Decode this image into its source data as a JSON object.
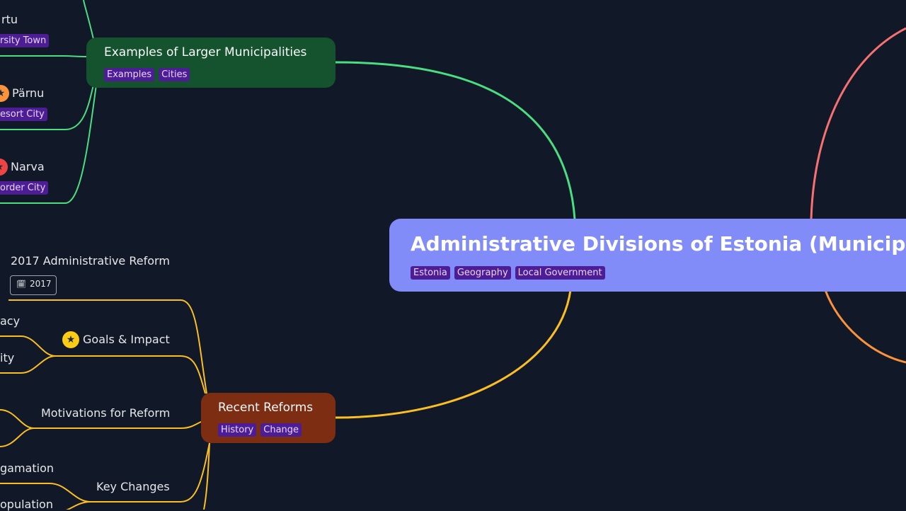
{
  "colors": {
    "background": "#111827",
    "root": "#818cf8",
    "examples_branch": "#4ade80",
    "examples_node": "#14532d",
    "reforms_branch": "#fbbf24",
    "reforms_node": "#7c2d12",
    "right_branch_top": "#f87171",
    "right_branch_bottom": "#fb923c",
    "tag_bg": "#4c1d95"
  },
  "root": {
    "title": "Administrative Divisions of Estonia (Municip",
    "tags": [
      "Estonia",
      "Geography",
      "Local Government"
    ]
  },
  "examples": {
    "title": "Examples of Larger Municipalities",
    "tags": [
      "Examples",
      "Cities"
    ],
    "children": [
      {
        "label": "rtu",
        "tag": "rsity Town",
        "icon": ""
      },
      {
        "label": "Pärnu",
        "tag": "esort City",
        "icon": "star-icon"
      },
      {
        "label": "Narva",
        "tag": "order City",
        "icon": "star-icon"
      }
    ]
  },
  "reforms": {
    "title": "Recent Reforms",
    "tags": [
      "History",
      "Change"
    ],
    "children": {
      "admin_reform": {
        "label": "2017 Administrative Reform",
        "date": "2017",
        "icon": "calendar-icon"
      },
      "goals": {
        "label": "Goals & Impact",
        "icon": "star-icon",
        "leaves": [
          "acy",
          "ity"
        ]
      },
      "motivations": {
        "label": "Motivations for Reform"
      },
      "key_changes": {
        "label": "Key Changes",
        "leaves": [
          "gamation",
          "opulation"
        ]
      }
    }
  }
}
